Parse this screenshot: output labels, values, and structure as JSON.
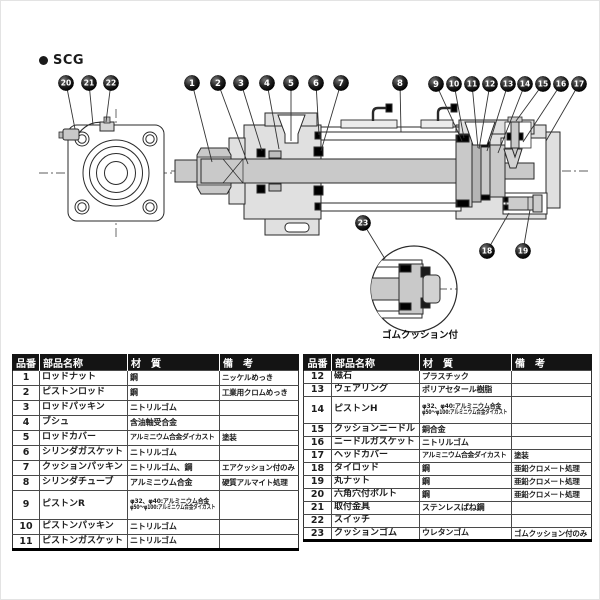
{
  "page": {
    "series_label": "SCG"
  },
  "diagram": {
    "balloon_numbers": [
      "1",
      "2",
      "3",
      "4",
      "5",
      "6",
      "7",
      "8",
      "9",
      "10",
      "11",
      "12",
      "13",
      "14",
      "15",
      "16",
      "17",
      "18",
      "19",
      "20",
      "21",
      "22",
      "23"
    ],
    "detail_caption": "ゴムクッション付"
  },
  "parts_table": {
    "headers": {
      "no": "品番",
      "name": "部品名称",
      "material": "材　質",
      "remarks": "備　考"
    },
    "left_rows": [
      {
        "no": "1",
        "name": "ロッドナット",
        "material": "鋼",
        "remarks": "ニッケルめっき"
      },
      {
        "no": "2",
        "name": "ピストンロッド",
        "material": "鋼",
        "remarks": "工業用クロムめっき"
      },
      {
        "no": "3",
        "name": "ロッドパッキン",
        "material": "ニトリルゴム",
        "remarks": ""
      },
      {
        "no": "4",
        "name": "ブシュ",
        "material": "含油軸受合金",
        "remarks": ""
      },
      {
        "no": "5",
        "name": "ロッドカバー",
        "material": "アルミニウム合金ダイカスト",
        "remarks": "塗装"
      },
      {
        "no": "6",
        "name": "シリンダガスケット",
        "material": "ニトリルゴム",
        "remarks": ""
      },
      {
        "no": "7",
        "name": "クッションパッキン",
        "material": "ニトリルゴム、鋼",
        "remarks": "エアクッション付のみ"
      },
      {
        "no": "8",
        "name": "シリンダチューブ",
        "material": "アルミニウム合金",
        "remarks": "硬質アルマイト処理"
      },
      {
        "no": "9",
        "name": "ピストンR",
        "material": "φ32、φ40:アルミニウム合金",
        "material2": "φ50～φ100:アルミニウム合金ダイカスト",
        "remarks": ""
      },
      {
        "no": "10",
        "name": "ピストンパッキン",
        "material": "ニトリルゴム",
        "remarks": ""
      },
      {
        "no": "11",
        "name": "ピストンガスケット",
        "material": "ニトリルゴム",
        "remarks": ""
      }
    ],
    "right_rows": [
      {
        "no": "12",
        "name": "磁石",
        "material": "プラスチック",
        "remarks": ""
      },
      {
        "no": "13",
        "name": "ウェアリング",
        "material": "ポリアセタール樹脂",
        "remarks": ""
      },
      {
        "no": "14",
        "name": "ピストンH",
        "material": "φ32、φ40:アルミニウム合金",
        "material2": "φ50～φ100:アルミニウム合金ダイカスト",
        "remarks": ""
      },
      {
        "no": "15",
        "name": "クッションニードル",
        "material": "銅合金",
        "remarks": ""
      },
      {
        "no": "16",
        "name": "ニードルガスケット",
        "material": "ニトリルゴム",
        "remarks": ""
      },
      {
        "no": "17",
        "name": "ヘッドカバー",
        "material": "アルミニウム合金ダイカスト",
        "remarks": "塗装"
      },
      {
        "no": "18",
        "name": "タイロッド",
        "material": "鋼",
        "remarks": "亜鉛クロメート処理"
      },
      {
        "no": "19",
        "name": "丸ナット",
        "material": "鋼",
        "remarks": "亜鉛クロメート処理"
      },
      {
        "no": "20",
        "name": "六角穴付ボルト",
        "material": "鋼",
        "remarks": "亜鉛クロメート処理"
      },
      {
        "no": "21",
        "name": "取付金具",
        "material": "ステンレスばね鋼",
        "remarks": ""
      },
      {
        "no": "22",
        "name": "スイッチ",
        "material": "",
        "remarks": ""
      },
      {
        "no": "23",
        "name": "クッションゴム",
        "material": "ウレタンゴム",
        "remarks": "ゴムクッション付のみ"
      }
    ]
  }
}
